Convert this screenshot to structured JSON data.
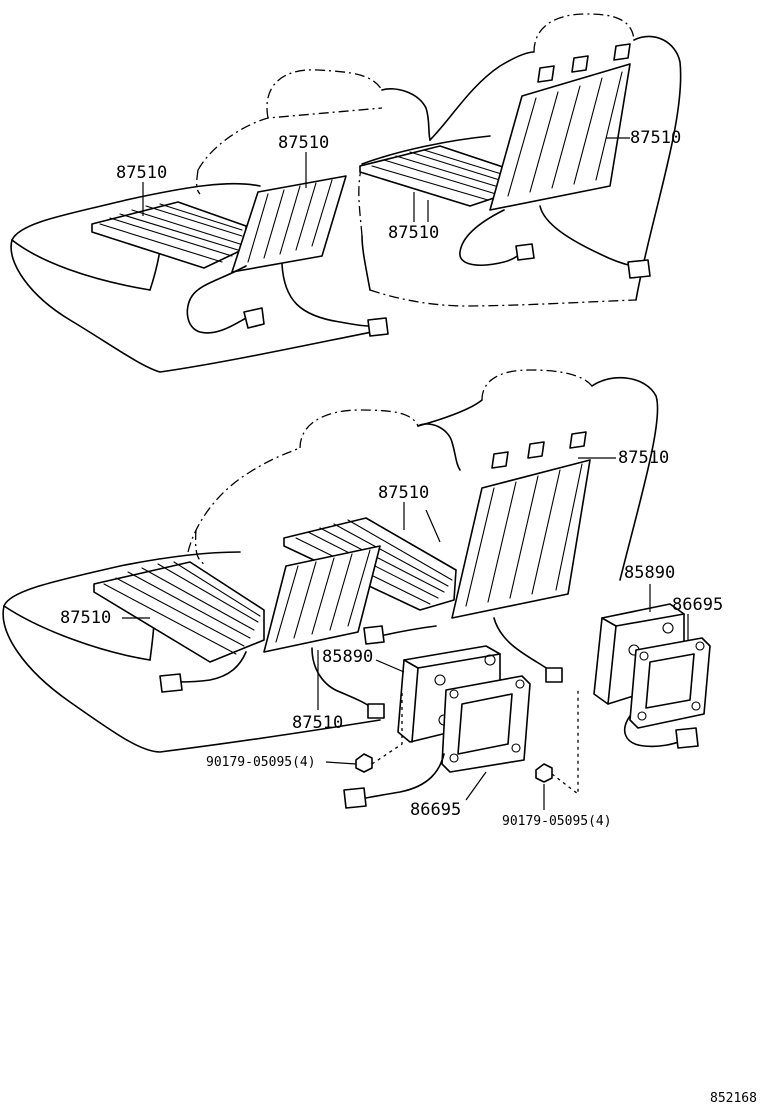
{
  "labels": {
    "heater_top_left_seat": "87510",
    "heater_top_left_back": "87510",
    "heater_top_right_seat": "87510",
    "heater_top_right_back": "87510",
    "heater_bottom_back_right": "87510",
    "heater_bottom_center_seat": "87510",
    "heater_bottom_left_seat": "87510",
    "heater_bottom_center_back": "87510",
    "switch_center": "85890",
    "switch_right": "85890",
    "bracket_right": "86695",
    "bracket_center": "86695",
    "nut_left": "90179-05095(4)",
    "nut_right": "90179-05095(4)"
  },
  "figure_id": "852168"
}
